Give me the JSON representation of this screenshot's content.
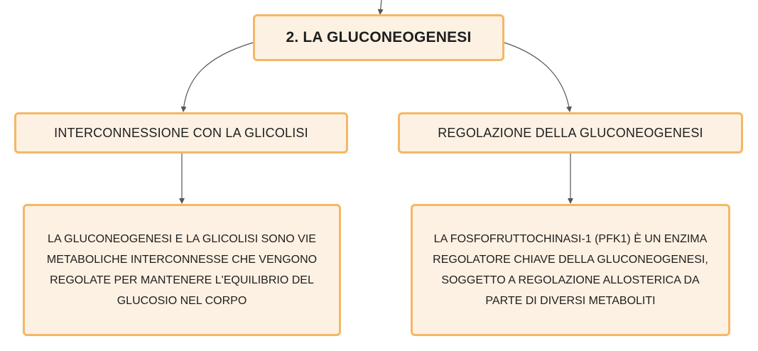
{
  "diagram": {
    "root": {
      "label": "2. LA GLUCONEOGENESI"
    },
    "branches": [
      {
        "label": "INTERCONNESSIONE CON LA GLICOLISI",
        "detail": "LA GLUCONEOGENESI E LA GLICOLISI SONO VIE METABOLICHE INTERCONNESSE CHE VENGONO REGOLATE PER MANTENERE L'EQUILIBRIO DEL GLUCOSIO NEL CORPO"
      },
      {
        "label": "REGOLAZIONE DELLA GLUCONEOGENESI",
        "detail": "LA FOSFOFRUTTOCHINASI-1 (PFK1) È UN ENZIMA REGOLATORE CHIAVE DELLA GLUCONEOGENESI, SOGGETTO A REGOLAZIONE ALLOSTERICA DA PARTE DI DIVERSI METABOLITI"
      }
    ],
    "colors": {
      "node_fill": "#fdf1e3",
      "node_border": "#f5b766",
      "connector": "#555555",
      "text": "#1e1e1e"
    }
  }
}
